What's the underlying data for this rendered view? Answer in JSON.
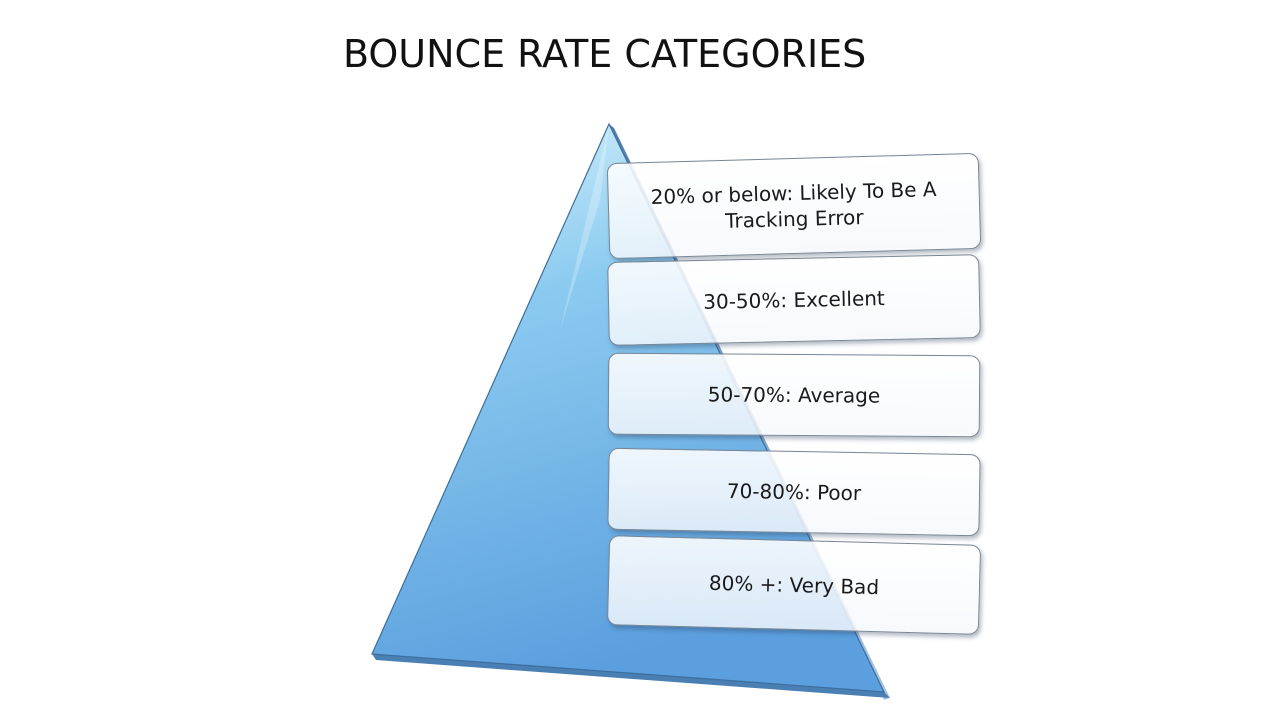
{
  "slide": {
    "title": "BOUNCE RATE CATEGORIES"
  },
  "pyramid": {
    "colors": {
      "top": "#d6f2fb",
      "mid": "#8ccbf0",
      "bottom": "#5b9fde",
      "edge": "#3d6e9e"
    }
  },
  "categories": [
    {
      "label": "20% or below: Likely To Be A Tracking Error"
    },
    {
      "label": "30-50%: Excellent"
    },
    {
      "label": "50-70%: Average"
    },
    {
      "label": "70-80%: Poor"
    },
    {
      "label": "80% +: Very Bad"
    }
  ]
}
